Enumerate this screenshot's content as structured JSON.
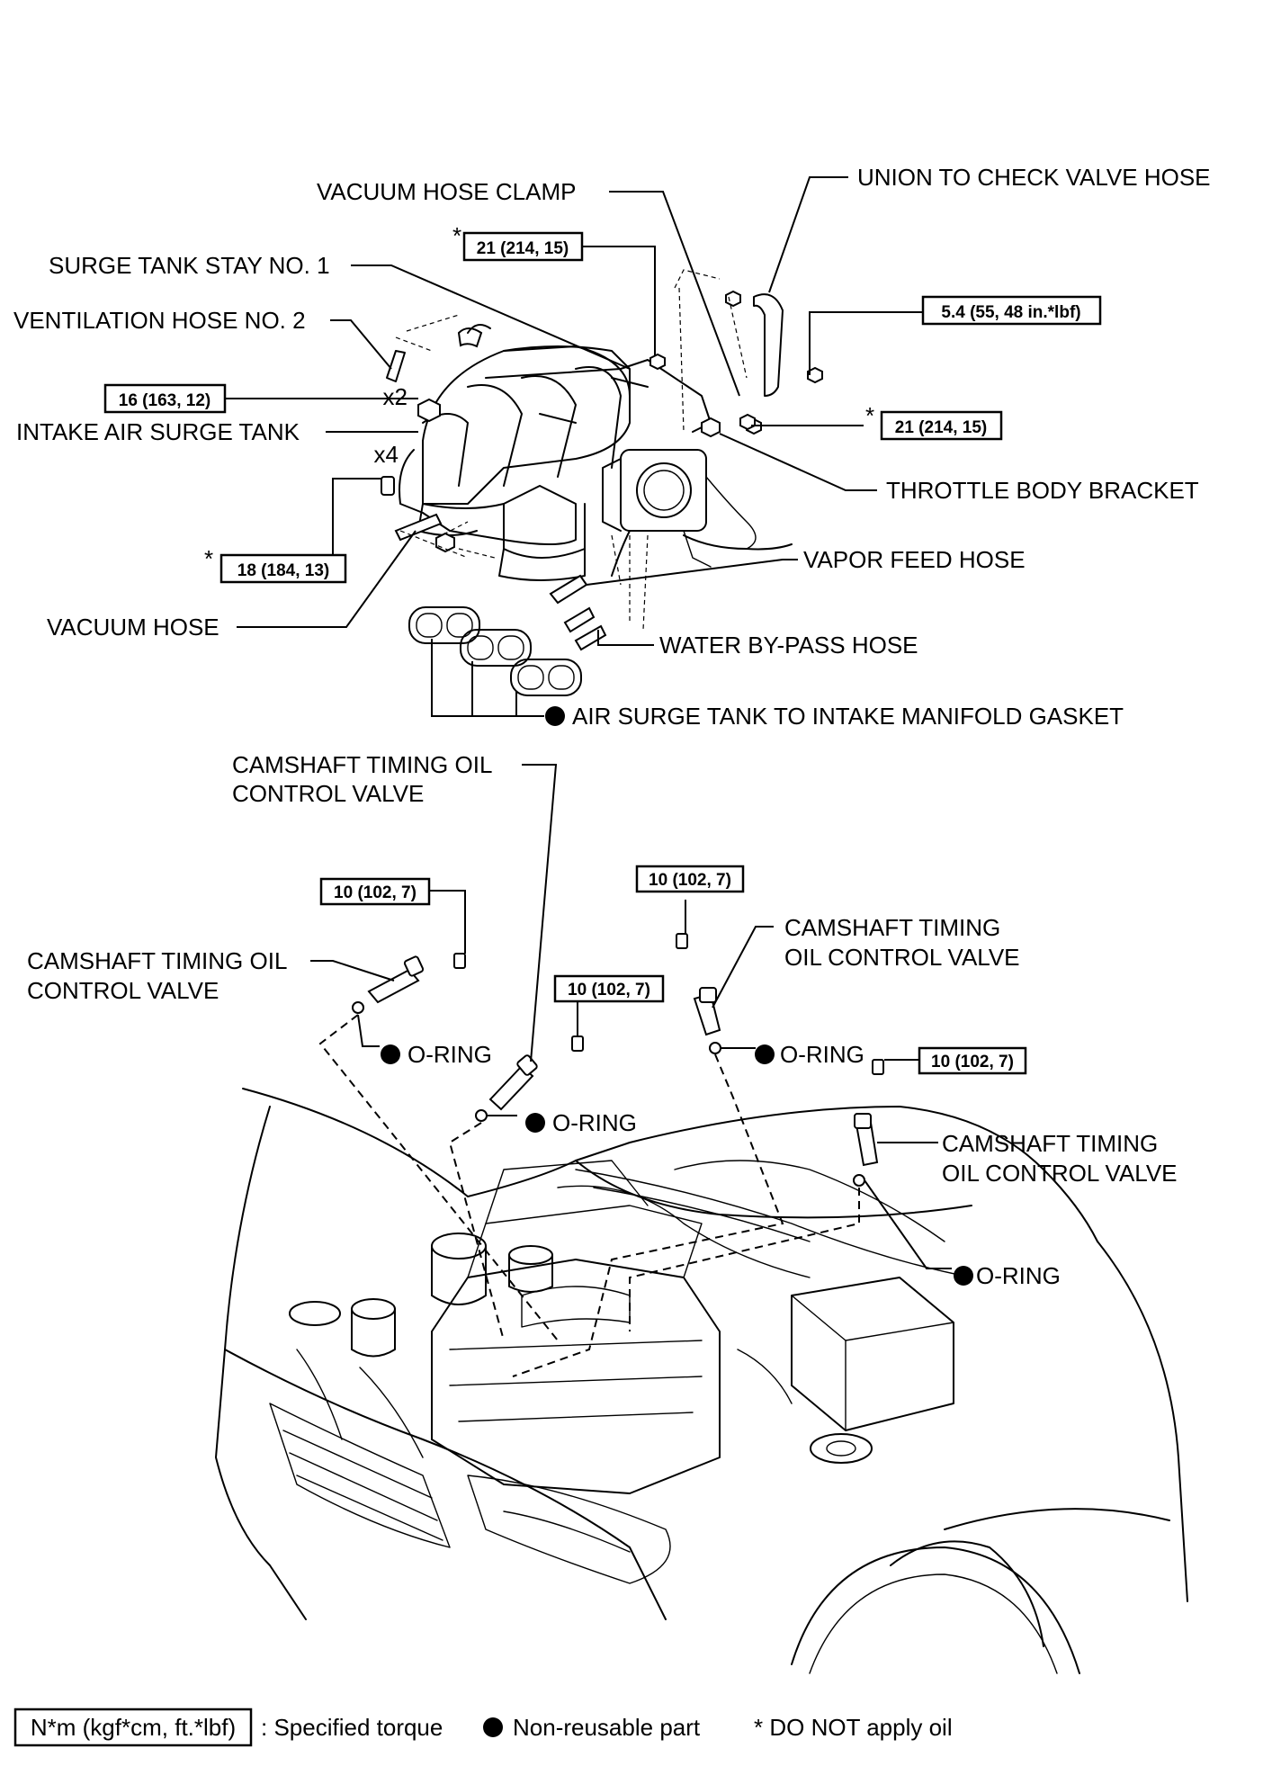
{
  "labels": {
    "union_check_valve_hose": "UNION TO CHECK VALVE HOSE",
    "vacuum_hose_clamp": "VACUUM HOSE CLAMP",
    "surge_tank_stay": "SURGE TANK STAY NO. 1",
    "ventilation_hose": "VENTILATION HOSE NO. 2",
    "intake_air_surge_tank": "INTAKE AIR SURGE TANK",
    "throttle_body_bracket": "THROTTLE BODY BRACKET",
    "vapor_feed_hose": "VAPOR FEED HOSE",
    "vacuum_hose": "VACUUM HOSE",
    "water_bypass_hose": "WATER BY-PASS HOSE",
    "gasket": "AIR SURGE TANK TO INTAKE MANIFOLD GASKET",
    "ocv_top_line1": "CAMSHAFT TIMING OIL",
    "ocv_top_line2": "CONTROL VALVE",
    "ocv_left_line1": "CAMSHAFT TIMING OIL",
    "ocv_left_line2": "CONTROL VALVE",
    "ocv_mid_line1": "CAMSHAFT TIMING",
    "ocv_mid_line2": "OIL CONTROL VALVE",
    "ocv_right_line1": "CAMSHAFT TIMING",
    "ocv_right_line2": "OIL CONTROL VALVE",
    "oring": "O-RING",
    "qty_x2": "x2",
    "qty_x4": "x4"
  },
  "torques": {
    "t21_top": "21 (214, 15)",
    "t54": "5.4 (55, 48 in.*lbf)",
    "t16": "16 (163, 12)",
    "t21_right": "21 (214, 15)",
    "t18": "18 (184, 13)",
    "t10_a": "10 (102, 7)",
    "t10_b": "10 (102, 7)",
    "t10_c": "10 (102, 7)",
    "t10_d": "10 (102, 7)"
  },
  "marks": {
    "asterisk": "*"
  },
  "legend": {
    "torque_unit": "N*m (kgf*cm, ft.*lbf)",
    "torque_desc": ": Specified torque",
    "nonreusable": "Non-reusable part",
    "no_oil": "* DO NOT apply oil"
  }
}
